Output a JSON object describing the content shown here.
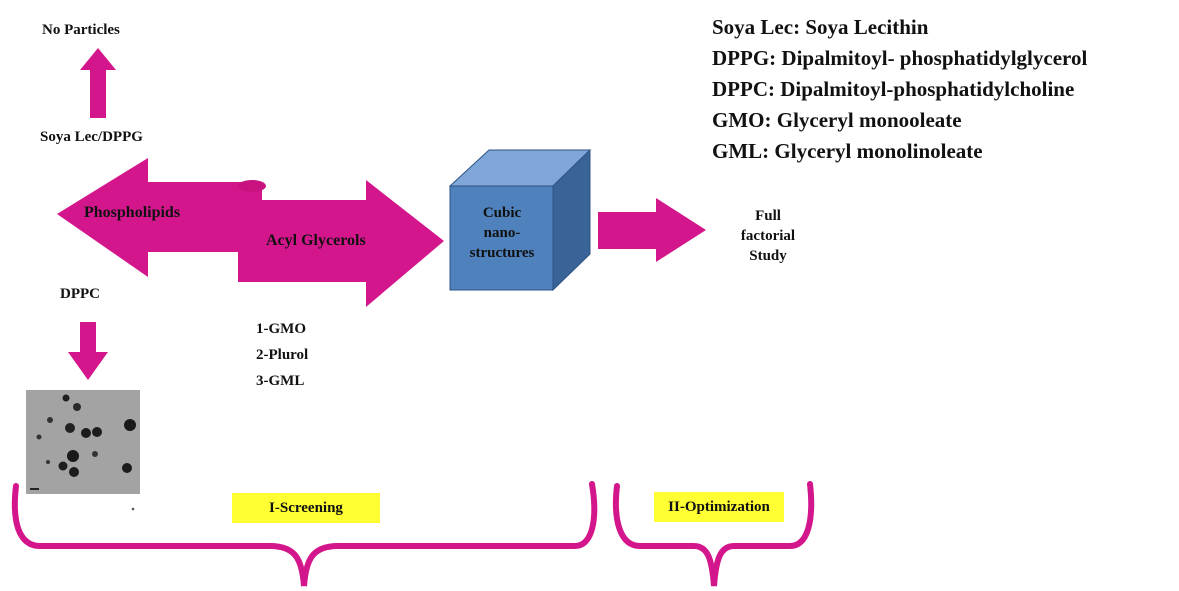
{
  "labels": {
    "no_particles": "No Particles",
    "soya_lec_dppg": "Soya Lec/DPPG",
    "phospholipids": "Phospholipids",
    "acyl_glycerols": "Acyl Glycerols",
    "dppc": "DPPC",
    "cubic": [
      "Cubic",
      "nano-",
      "structures"
    ],
    "full_factorial": [
      "Full",
      "factorial",
      "Study"
    ],
    "acyl_list": [
      "1-GMO",
      "2-Plurol",
      "3-GML"
    ],
    "screening": "I-Screening",
    "optimization": "II-Optimization"
  },
  "legend": [
    "Soya Lec: Soya Lecithin",
    "DPPG: Dipalmitoyl- phosphatidylglycerol",
    "DPPC: Dipalmitoyl-phosphatidylcholine",
    "GMO: Glyceryl monooleate",
    "GML: Glyceryl monolinoleate"
  ],
  "colors": {
    "arrow": "#d4168c",
    "cube_front": "#4f81bd",
    "cube_top": "#7ea6d6",
    "cube_side": "#3a6497",
    "highlight": "#ffff33"
  }
}
